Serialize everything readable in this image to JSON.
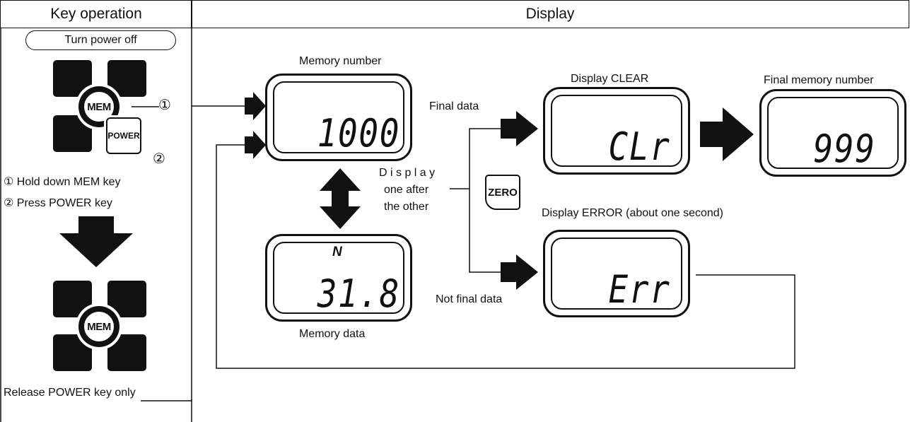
{
  "headers": {
    "key_operation": "Key operation",
    "display": "Display"
  },
  "key_panel": {
    "turn_power_off": "Turn power off",
    "mem_key": "MEM",
    "power_key": "POWER",
    "marker_1": "①",
    "marker_2": "②",
    "step_1": "① Hold down MEM key",
    "step_2": "② Press POWER key",
    "release": "Release POWER key only"
  },
  "labels": {
    "memory_number": "Memory number",
    "memory_data": "Memory data",
    "final_data": "Final data",
    "not_final_data": "Not final data",
    "display_line1": "D i s p l a y",
    "display_line2": "one after",
    "display_line3": "the other",
    "display_clear": "Display CLEAR",
    "final_memory_number": "Final memory number",
    "display_error": "Display ERROR (about one second)",
    "zero_key": "ZERO"
  },
  "lcd": {
    "memory_number": "1000",
    "memory_data_unit": "N",
    "memory_data_value": "31.8",
    "clear": "CLr",
    "final_memory": "999",
    "error": "Err"
  }
}
